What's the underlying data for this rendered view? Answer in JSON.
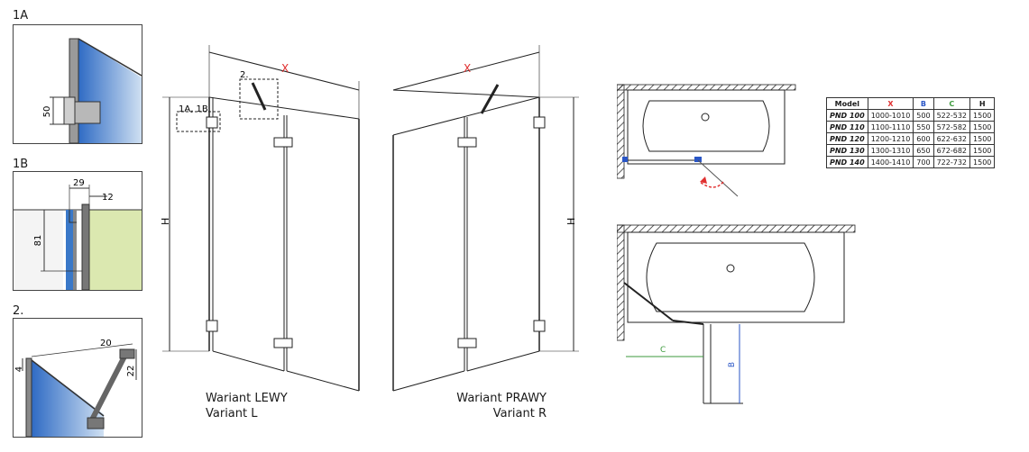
{
  "details": {
    "d1a": {
      "label": "1A",
      "dim_height": "50"
    },
    "d1b": {
      "label": "1B",
      "dim_a": "29",
      "dim_b": "12",
      "dim_h": "81"
    },
    "d2": {
      "label": "2.",
      "dim_a": "20",
      "dim_b": "4",
      "dim_c": "22"
    }
  },
  "drawing": {
    "x_label": "X",
    "h_label": "H",
    "callout_2": "2.",
    "callout_1a1b": "1A, 1B"
  },
  "variants": {
    "left": {
      "line1": "Wariant LEWY",
      "line2": "Variant L"
    },
    "right": {
      "line1": "Wariant PRAWY",
      "line2": "Variant R"
    }
  },
  "plan": {
    "c_label": "C",
    "b_label": "B"
  },
  "spec_table": {
    "headers": [
      "Model",
      "X",
      "B",
      "C",
      "H"
    ],
    "header_colors": [
      "#1a1a1a",
      "#e03030",
      "#2a56c6",
      "#3c9a3c",
      "#1a1a1a"
    ],
    "rows": [
      [
        "PND 100",
        "1000-1010",
        "500",
        "522-532",
        "1500"
      ],
      [
        "PND 110",
        "1100-1110",
        "550",
        "572-582",
        "1500"
      ],
      [
        "PND 120",
        "1200-1210",
        "600",
        "622-632",
        "1500"
      ],
      [
        "PND 130",
        "1300-1310",
        "650",
        "672-682",
        "1500"
      ],
      [
        "PND 140",
        "1400-1410",
        "700",
        "722-732",
        "1500"
      ]
    ]
  },
  "colors": {
    "x_dim": "#e03030",
    "c_dim": "#3c9a3c",
    "b_dim": "#2a56c6",
    "arrow": "#e03030",
    "glass": "#3a78c8",
    "panel_green": "#dbe8b0"
  }
}
